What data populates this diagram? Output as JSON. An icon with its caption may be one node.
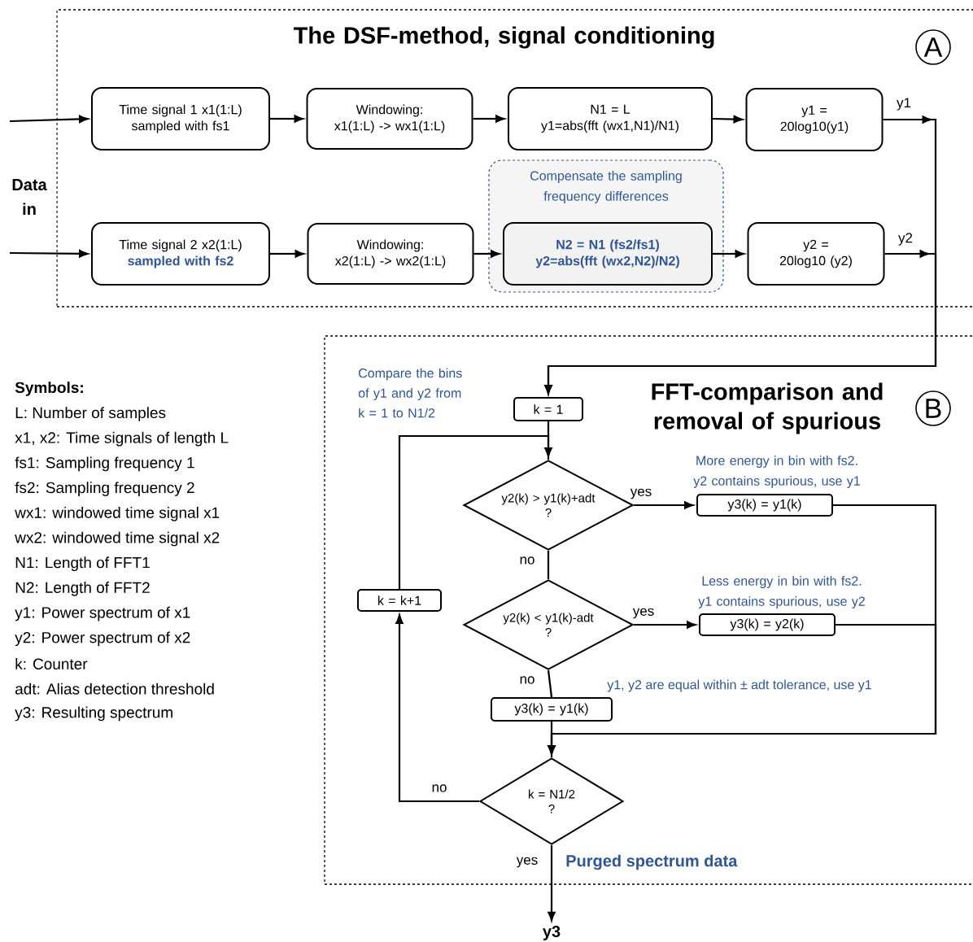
{
  "diagram": {
    "nodes": [
      {
        "text": [
          "The DSF-method, signal conditioning",
          "A"
        ]
      },
      {
        "text": [
          "Time signal 1 x1(1:L) sampled with fs1"
        ],
        "in": 0
      },
      {
        "text": [
          "Windowing:",
          "x1(1:L) -> wx1(1:L)"
        ],
        "in": 0
      },
      {
        "text": [
          "N1 = L",
          "y1=abs(fft (wx1,N1)/N1)"
        ],
        "in": 0
      },
      {
        "text": [
          "y1 =",
          "20log10(y1)"
        ],
        "in": 0
      },
      {
        "text": [
          "Compensate the sampling frequency differences"
        ],
        "in": 0
      },
      {
        "text": [
          "Time signal 2 x2(1:L)",
          "sampled with fs2"
        ],
        "in": 0
      },
      {
        "text": [
          "Windowing:",
          "x2(1:L) -> wx2(1:L)"
        ],
        "in": 0
      },
      {
        "text": [
          "N2 = N1 (fs2/fs1)",
          "y2=abs(fft (wx2,N2)/N2)"
        ],
        "in": 5
      },
      {
        "text": [
          "y2 =",
          "20log10 (y2)"
        ],
        "in": 0
      },
      {
        "text": [
          "FFT-comparison and removal of spurious",
          "B"
        ]
      },
      {
        "text": [
          "k = 1"
        ],
        "in": 10
      },
      {
        "text": [
          "y2(k) > y1(k)+adt",
          "?"
        ],
        "in": 10
      },
      {
        "text": [
          "y3(k) = y1(k)"
        ],
        "in": 10,
        "beside": [
          "More energy in bin with fs2. y2 contains spurious, use y1"
        ]
      },
      {
        "text": [
          "y2(k) < y1(k)-adt",
          "?"
        ],
        "in": 10
      },
      {
        "text": [
          "y3(k) = y2(k)"
        ],
        "in": 10,
        "beside": [
          "Less energy in bin with fs2. y1 contains spurious, use y2"
        ]
      },
      {
        "text": [
          "y3(k) = y1(k)"
        ],
        "in": 10,
        "beside": [
          "y1, y2 are equal within ± adt tolerance, use y1"
        ]
      },
      {
        "text": [
          "k = k+1"
        ],
        "in": 10
      },
      {
        "text": [
          "k = N1/2",
          "?"
        ],
        "in": 10
      },
      {
        "text": [
          "y3"
        ]
      }
    ],
    "edges": [
      {
        "from": null,
        "to": 1,
        "arrow": "to"
      },
      {
        "from": null,
        "to": 6,
        "arrow": "to"
      },
      {
        "from": 1,
        "to": 2,
        "arrow": "to"
      },
      {
        "from": 2,
        "to": 3,
        "arrow": "to"
      },
      {
        "from": 3,
        "to": 4,
        "arrow": "to"
      },
      {
        "from": 6,
        "to": 7,
        "arrow": "to"
      },
      {
        "from": 7,
        "to": 8,
        "arrow": "to"
      },
      {
        "from": 8,
        "to": 9,
        "arrow": "to"
      },
      {
        "from": 4,
        "to": 11,
        "arrow": "to",
        "label": "y1"
      },
      {
        "from": 9,
        "to": 11,
        "arrow": "to",
        "label": "y2"
      },
      {
        "from": 11,
        "to": 12,
        "arrow": "none"
      },
      {
        "from": 17,
        "to": 12,
        "arrow": "to"
      },
      {
        "from": 12,
        "to": 13,
        "arrow": "to",
        "label": "yes"
      },
      {
        "from": 12,
        "to": 14,
        "arrow": "none",
        "label": "no"
      },
      {
        "from": 14,
        "to": 15,
        "arrow": "to",
        "label": "yes"
      },
      {
        "from": 14,
        "to": 16,
        "arrow": "none",
        "label": "no"
      },
      {
        "from": 13,
        "to": 18,
        "arrow": "to"
      },
      {
        "from": 15,
        "to": 18,
        "arrow": "to"
      },
      {
        "from": 16,
        "to": 18,
        "arrow": "none"
      },
      {
        "from": 18,
        "to": 17,
        "arrow": "to",
        "label": "no"
      },
      {
        "from": 18,
        "to": 19,
        "arrow": "to",
        "label": "yes"
      }
    ],
    "labels": [
      "Data in",
      "Symbols:",
      "L: Number of samples",
      "x1, x2: Time signals of length L",
      "fs1: Sampling frequency 1",
      "fs2: Sampling frequency 2",
      "wx1: windowed time signal x1",
      "wx2: windowed time signal x2",
      "N1: Length of FFT1",
      "N2: Length of FFT2",
      "y1: Power spectrum of x1",
      "y2: Power spectrum of x2",
      "k: Counter",
      "adt: Alias detection threshold",
      "y3: Resulting spectrum",
      "Compare the bins of y1 and y2 from k = 1 to N1/2",
      "Purged spectrum data"
    ]
  }
}
